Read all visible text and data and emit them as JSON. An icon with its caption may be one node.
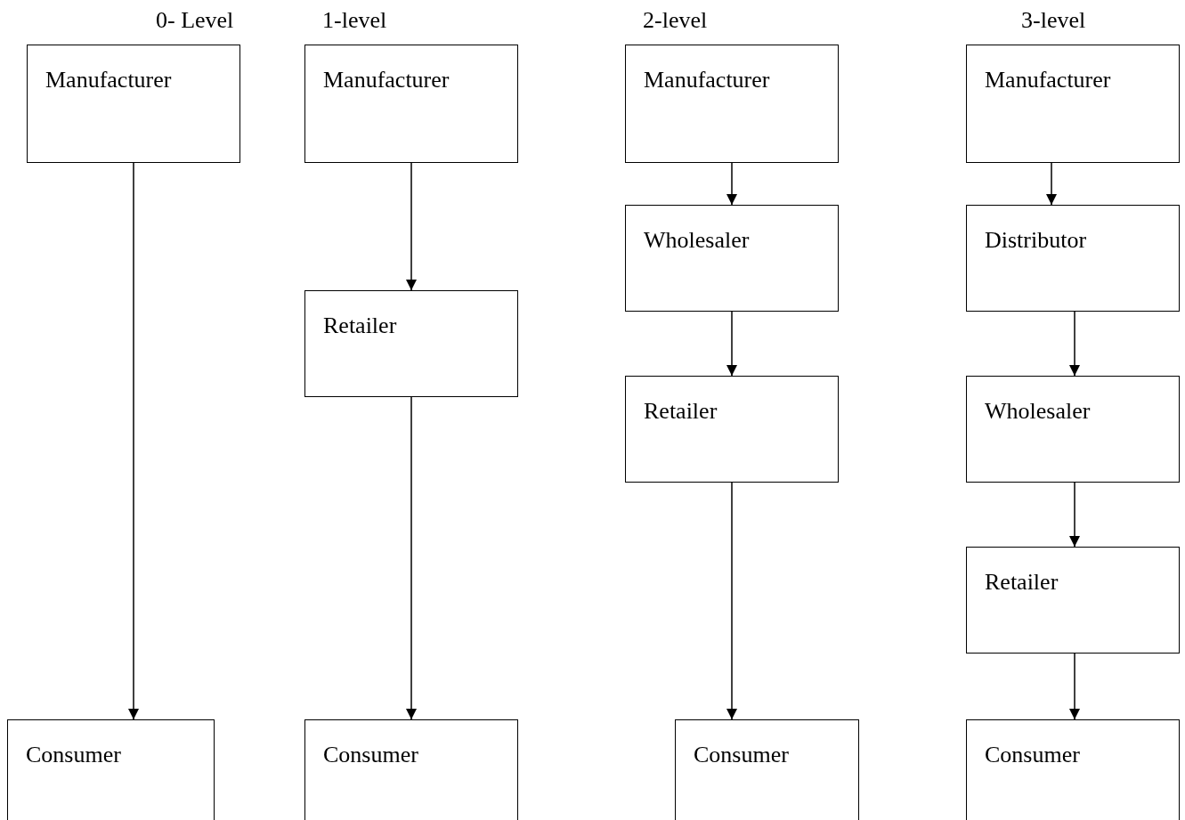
{
  "diagram": {
    "nodes": [
      {
        "text": [
          "Manufacturer"
        ]
      },
      {
        "text": [
          "Consumer"
        ]
      },
      {
        "text": [
          "Manufacturer"
        ]
      },
      {
        "text": [
          "Retailer"
        ]
      },
      {
        "text": [
          "Consumer"
        ]
      },
      {
        "text": [
          "Manufacturer"
        ]
      },
      {
        "text": [
          "Wholesaler"
        ]
      },
      {
        "text": [
          "Retailer"
        ]
      },
      {
        "text": [
          "Consumer"
        ]
      },
      {
        "text": [
          "Manufacturer"
        ]
      },
      {
        "text": [
          "Distributor"
        ]
      },
      {
        "text": [
          "Wholesaler"
        ]
      },
      {
        "text": [
          "Retailer"
        ]
      },
      {
        "text": [
          "Consumer"
        ]
      }
    ],
    "edges": [
      {
        "from": 0,
        "to": 1,
        "arrow": "to"
      },
      {
        "from": 2,
        "to": 3,
        "arrow": "to"
      },
      {
        "from": 3,
        "to": 4,
        "arrow": "to"
      },
      {
        "from": 5,
        "to": 6,
        "arrow": "to"
      },
      {
        "from": 6,
        "to": 7,
        "arrow": "to"
      },
      {
        "from": 7,
        "to": 8,
        "arrow": "to"
      },
      {
        "from": 9,
        "to": 10,
        "arrow": "to"
      },
      {
        "from": 10,
        "to": 11,
        "arrow": "to"
      },
      {
        "from": 11,
        "to": 12,
        "arrow": "to"
      },
      {
        "from": 12,
        "to": 13,
        "arrow": "to"
      }
    ],
    "labels": [
      "0- Level",
      "1-level",
      "2-level",
      "3-level"
    ]
  }
}
